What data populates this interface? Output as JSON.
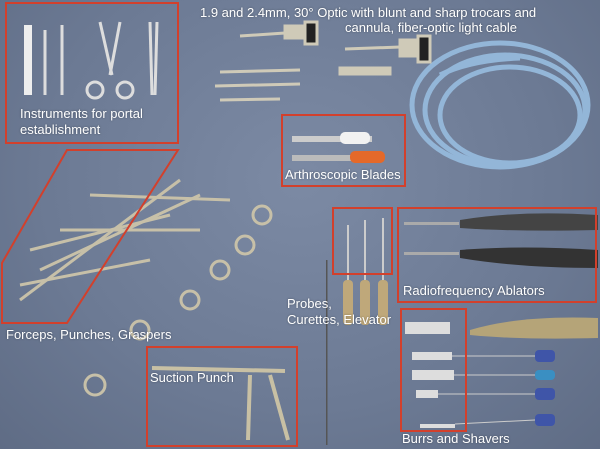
{
  "labels": {
    "optics_line1": "1.9 and 2.4mm, 30° Optic with blunt and sharp trocars and",
    "optics_line2": "cannula, fiber-optic light cable",
    "portal_line1": "Instruments for portal",
    "portal_line2": "establishment",
    "blades": "Arthroscopic Blades",
    "forceps": "Forceps, Punches, Graspers",
    "suction": "Suction Punch",
    "probes_line1": "Probes,",
    "probes_line2": "Curettes, Elevator",
    "ablators": "Radiofrequency Ablators",
    "burrs": "Burrs and Shavers"
  },
  "colors": {
    "background": "#6f7d96",
    "box": "#d2402c",
    "cable": "#8fb3d6",
    "instrument": "#c9c2ad"
  }
}
